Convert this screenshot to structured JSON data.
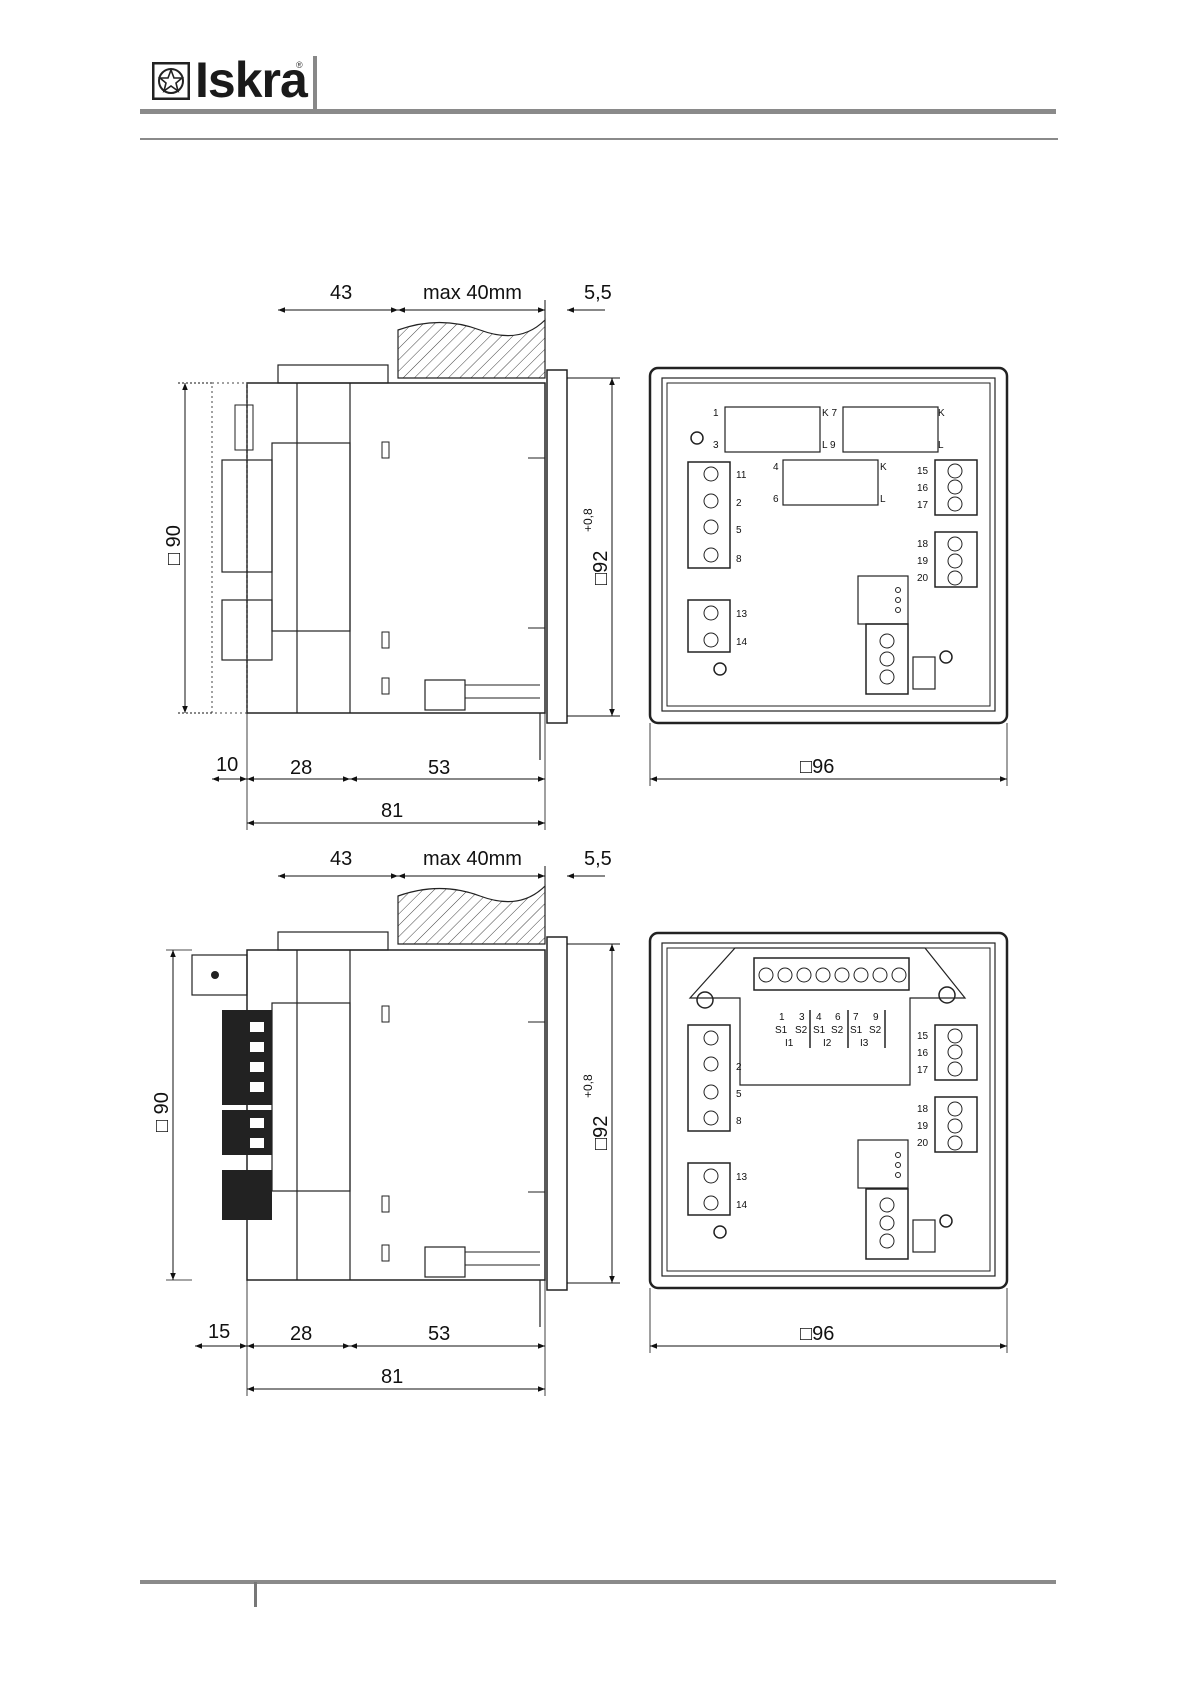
{
  "header": {
    "logo_text": "Iskra",
    "registered_mark": "®"
  },
  "figures": [
    {
      "id": "top",
      "side_view": {
        "dim_top_left": "43",
        "dim_top_mid": "max 40mm",
        "dim_top_right": "5,5",
        "dim_height_left": "□ 90",
        "dim_height_right_base": "□92",
        "dim_height_right_sup": "+0,8",
        "dim_bottom_a": "10",
        "dim_bottom_b": "28",
        "dim_bottom_c": "53",
        "dim_total": "81"
      },
      "rear_view": {
        "dim_width": "□96",
        "labels": {
          "t1": "1",
          "t3": "3",
          "k7": "K 7",
          "l9": "L 9",
          "k_r1": "K",
          "l_r1": "L",
          "t4": "4",
          "t6": "6",
          "k_c": "K",
          "l_c": "L",
          "t11": "11",
          "t2": "2",
          "t5": "5",
          "t8": "8",
          "t13": "13",
          "t14": "14",
          "t15": "15",
          "t16": "16",
          "t17": "17",
          "t18": "18",
          "t19": "19",
          "t20": "20"
        }
      }
    },
    {
      "id": "bottom",
      "side_view": {
        "dim_top_left": "43",
        "dim_top_mid": "max 40mm",
        "dim_top_right": "5,5",
        "dim_height_left": "□ 90",
        "dim_height_right_base": "□92",
        "dim_height_right_sup": "+0,8",
        "dim_bottom_a": "15",
        "dim_bottom_b": "28",
        "dim_bottom_c": "53",
        "dim_total": "81"
      },
      "rear_view": {
        "dim_width": "□96",
        "labels": {
          "n1": "1",
          "n3": "3",
          "n4": "4",
          "n6": "6",
          "n7": "7",
          "n9": "9",
          "s1a": "S1",
          "s2a": "S2",
          "s1b": "S1",
          "s2b": "S2",
          "s1c": "S1",
          "s2c": "S2",
          "i1": "I1",
          "i2": "I2",
          "i3": "I3",
          "t2": "2",
          "t5": "5",
          "t8": "8",
          "t13": "13",
          "t14": "14",
          "t15": "15",
          "t16": "16",
          "t17": "17",
          "t18": "18",
          "t19": "19",
          "t20": "20"
        }
      }
    }
  ]
}
